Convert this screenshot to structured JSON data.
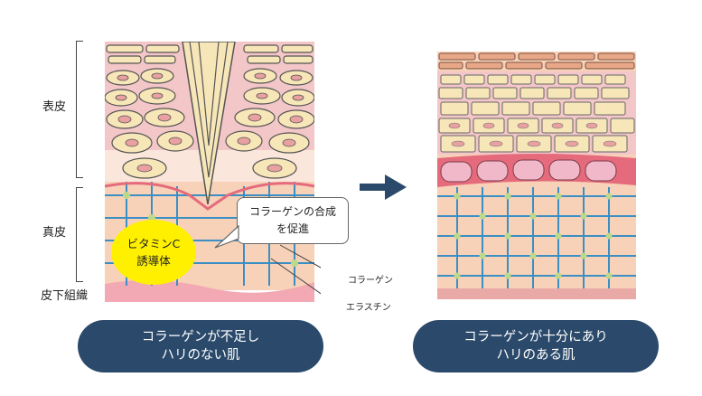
{
  "layers": {
    "epidermis": "表皮",
    "dermis": "真皮",
    "subcutaneous": "皮下組織"
  },
  "callout": {
    "line1": "コラーゲンの合成",
    "line2": "を促進"
  },
  "vitamin": {
    "line1": "ビタミンC",
    "line2": "誘導体"
  },
  "fibers": {
    "collagen": "コラーゲン",
    "elastin": "エラスチン"
  },
  "captions": {
    "left_line1": "コラーゲンが不足し",
    "left_line2": "ハリのない肌",
    "right_line1": "コラーゲンが十分にあり",
    "right_line2": "ハリのある肌"
  },
  "colors": {
    "caption_bg": "#2b4a6b",
    "arrow": "#2b4a6b",
    "vitamin": "#fff000",
    "cell_fill": "#f7e6b8",
    "dermis_fill": "#f7d2b8",
    "collagen": "#3b8fc4",
    "elastin": "#bcd88a",
    "basal": "#e56b7c"
  }
}
